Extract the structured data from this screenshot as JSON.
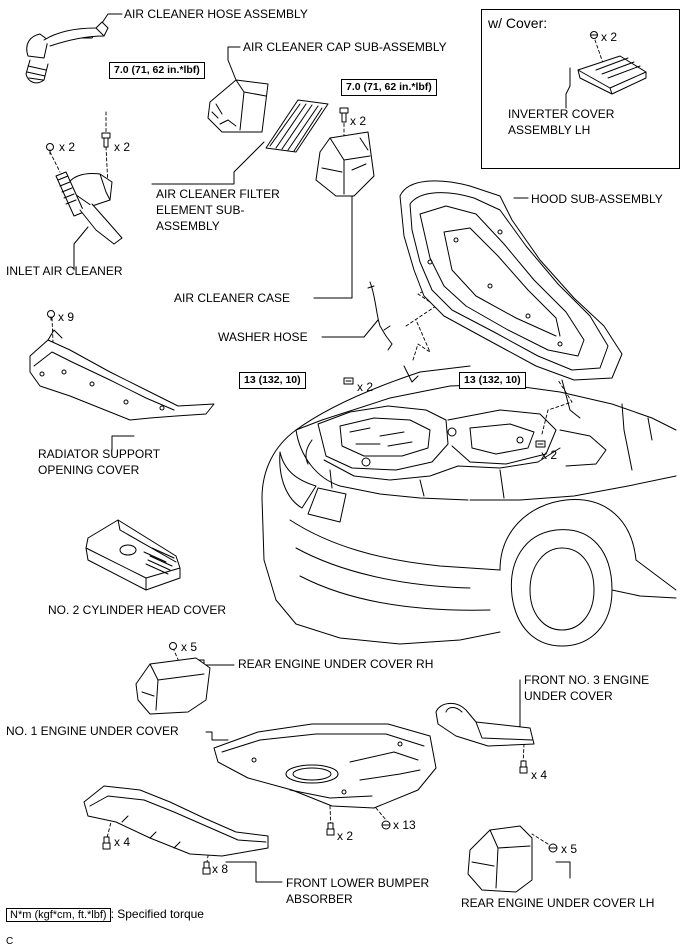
{
  "parts": {
    "air_cleaner_hose_assembly": "AIR CLEANER HOSE ASSEMBLY",
    "air_cleaner_cap_sub_assembly": "AIR CLEANER CAP SUB-ASSEMBLY",
    "air_cleaner_filter_element": [
      "AIR CLEANER FILTER",
      "ELEMENT SUB-",
      "ASSEMBLY"
    ],
    "inlet_air_cleaner": "INLET AIR CLEANER",
    "air_cleaner_case": "AIR CLEANER CASE",
    "hood_sub_assembly": "HOOD SUB-ASSEMBLY",
    "washer_hose": "WASHER HOSE",
    "radiator_support_opening_cover": [
      "RADIATOR SUPPORT",
      "OPENING COVER"
    ],
    "no2_cylinder_head_cover": "NO. 2 CYLINDER HEAD COVER",
    "rear_engine_under_cover_rh": "REAR ENGINE UNDER COVER RH",
    "front_no3_engine_under_cover": [
      "FRONT NO. 3 ENGINE",
      "UNDER COVER"
    ],
    "no1_engine_under_cover": "NO. 1 ENGINE UNDER COVER",
    "front_lower_bumper_absorber": [
      "FRONT LOWER BUMPER",
      "ABSORBER"
    ],
    "rear_engine_under_cover_lh": "REAR ENGINE UNDER COVER LH",
    "inverter_cover_assembly_lh": [
      "INVERTER COVER",
      "ASSEMBLY LH"
    ]
  },
  "cover_box": {
    "title": "w/ Cover:"
  },
  "torques": {
    "inlet": "7.0 (71, 62 in.*lbf)",
    "case": "7.0 (71, 62 in.*lbf)",
    "hood_left": "13 (132, 10)",
    "hood_right": "13 (132, 10)"
  },
  "quantities": {
    "cover_bolt": "x 2",
    "inlet_clip": "x 2",
    "inlet_bolt": "x 2",
    "case_bolt": "x 2",
    "radiator_clip": "x 9",
    "hood_left_bolt": "x 2",
    "hood_right_bolt": "x 2",
    "rear_rh_clip": "x 5",
    "front3_bolt": "x 4",
    "bumper_left_bolt": "x 4",
    "no1_bolt": "x 2",
    "no1_clip": "x 13",
    "bumper_bottom_bolt": "x 8",
    "rear_lh_clip": "x 5"
  },
  "legend": {
    "box": "N*m (kgf*cm, ft.*lbf)",
    "text": ": Specified torque"
  },
  "figure_code": "C"
}
